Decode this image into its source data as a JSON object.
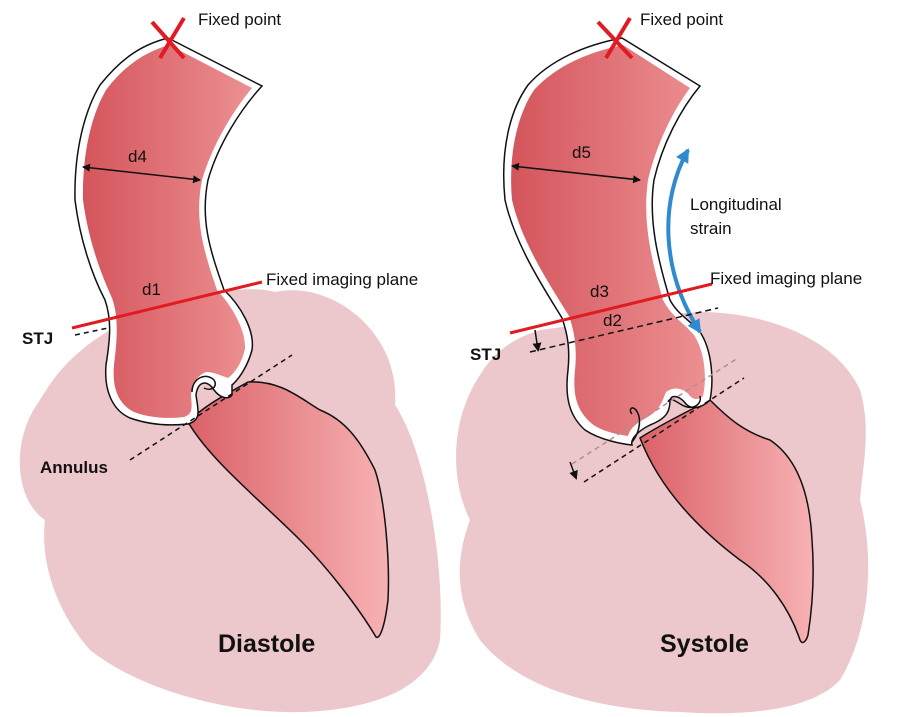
{
  "panels": [
    {
      "fixed_point": "Fixed point",
      "d_top": "d4",
      "d_plane": "d1",
      "plane": "Fixed imaging plane",
      "stj": "STJ",
      "annulus": "Annulus",
      "phase": "Diastole"
    },
    {
      "fixed_point": "Fixed point",
      "d_top": "d5",
      "d_plane": "d3",
      "d_lower": "d2",
      "strain_line1": "Longitudinal",
      "strain_line2": "strain",
      "plane": "Fixed imaging plane",
      "stj": "STJ",
      "phase": "Systole"
    }
  ],
  "colors": {
    "heart": "#ecc7cc",
    "vessel_dark": "#d85a60",
    "vessel_light": "#f4a6a8",
    "red_marker": "#e01b22",
    "strain_arrow": "#2f8ad0"
  }
}
